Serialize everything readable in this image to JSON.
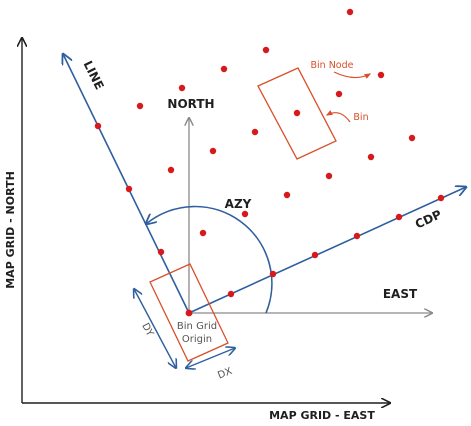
{
  "labels": {
    "map_grid_north": "MAP GRID - NORTH",
    "map_grid_east": "MAP GRID - EAST",
    "line": "LINE",
    "north": "NORTH",
    "east": "EAST",
    "cdp": "CDP",
    "azy": "AZY",
    "bin_grid_origin_1": "Bin Grid",
    "bin_grid_origin_2": "Origin",
    "dx": "DX",
    "dy": "DY",
    "bin_node": "Bin Node",
    "bin": "Bin"
  },
  "colors": {
    "axis": "#1f1f1f",
    "grid_axis": "#2f5f9f",
    "reference_arrow": "#8a8a8a",
    "bin_box": "#d94f2a",
    "node": "#d7191c"
  },
  "icons": {
    "axis_arrow": "arrowhead",
    "bin_node_pointer": "curved-arrow-icon",
    "bin_pointer": "curved-arrow-icon",
    "dimension_arrow": "double-arrow-icon"
  }
}
